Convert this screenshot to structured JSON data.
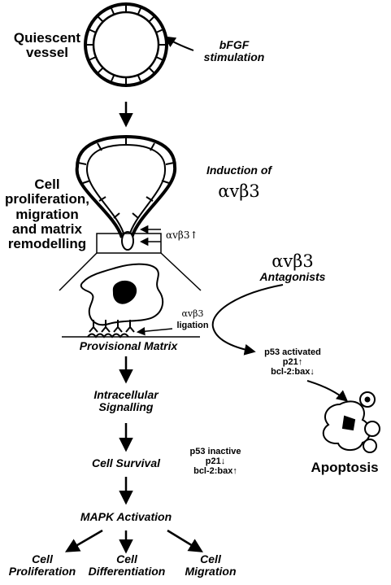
{
  "labels": {
    "quiescent_vessel": "Quiescent\nvessel",
    "bfgf_stimulation": "bFGF\nstimulation",
    "induction_of": "Induction of",
    "avb3": "αvβ3",
    "cell_prolif_migration": "Cell\nproliferation,\nmigration\nand matrix\nremodelling",
    "avb3_up": "αvβ3↑",
    "antagonists": "Antagonists",
    "avb3_ligation": "ligation",
    "provisional_matrix": "Provisional Matrix",
    "p53_activated": "p53 activated\np21↑\nbcl-2:bax↓",
    "intracellular_signalling": "Intracellular\nSignalling",
    "cell_survival": "Cell Survival",
    "p53_inactive": "p53 inactive\np21↓\nbcl-2:bax↑",
    "apoptosis": "Apoptosis",
    "mapk_activation": "MAPK Activation",
    "cell_proliferation": "Cell\nProliferation",
    "cell_differentiation": "Cell\nDifferentiation",
    "cell_migration": "Cell\nMigration"
  }
}
